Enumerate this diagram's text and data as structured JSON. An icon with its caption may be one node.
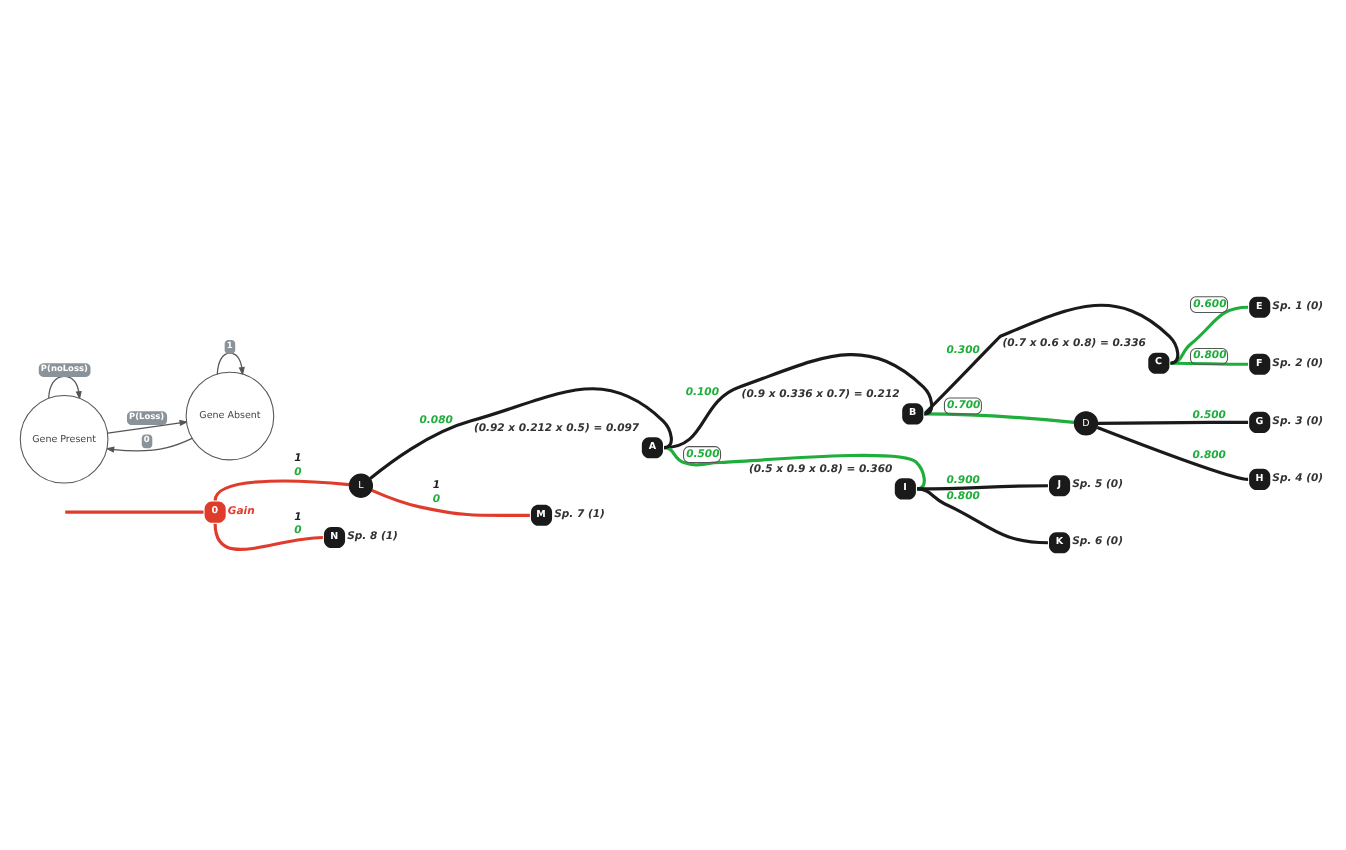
{
  "diagram": {
    "nodes": [
      {
        "text": [
          "C"
        ],
        "beside": [
          "(0.7 x 0.6 x 0.8) = 0.336"
        ]
      },
      {
        "text": [
          "E"
        ],
        "beside": [
          "Sp. 1 (0)"
        ]
      },
      {
        "text": [
          "F"
        ],
        "beside": [
          "Sp. 2 (0)"
        ]
      },
      {
        "text": [
          "B"
        ],
        "beside": [
          "(0.9 x 0.336 x 0.7) = 0.212"
        ]
      },
      {
        "text": [
          "D"
        ]
      },
      {
        "text": [
          "G"
        ],
        "beside": [
          "Sp. 3 (0)"
        ]
      },
      {
        "text": [
          "H"
        ],
        "beside": [
          "Sp. 4 (0)"
        ]
      },
      {
        "text": [
          "A"
        ],
        "beside": [
          "(0.92 x 0.212 x 0.5) = 0.097"
        ]
      },
      {
        "text": [
          "I"
        ],
        "beside": [
          "(0.5 x 0.9 x 0.8) = 0.360"
        ]
      },
      {
        "text": [
          "J"
        ],
        "beside": [
          "Sp. 5 (0)"
        ]
      },
      {
        "text": [
          "K"
        ],
        "beside": [
          "Sp. 6 (0)"
        ]
      },
      {
        "text": [
          "L"
        ]
      },
      {
        "text": [
          "0"
        ],
        "beside": [
          "Gain"
        ]
      },
      {
        "text": [
          "M"
        ],
        "beside": [
          "Sp. 7 (1)"
        ]
      },
      {
        "text": [
          "Gene Present"
        ]
      },
      {
        "text": [
          "Gene Absent"
        ]
      },
      {
        "text": [
          "N"
        ],
        "beside": [
          "Sp. 8 (1)"
        ]
      }
    ],
    "edges": [
      {
        "from": null,
        "to": 12,
        "arrow": "none",
        "color": "#e03c2c"
      },
      {
        "from": 12,
        "to": 11,
        "arrow": "none",
        "label": [
          "1",
          "0"
        ],
        "color": "#e03c2c"
      },
      {
        "from": 12,
        "to": 16,
        "arrow": "none",
        "label": [
          "1",
          "0"
        ],
        "color": "#e03c2c"
      },
      {
        "from": 11,
        "to": 7,
        "arrow": "none",
        "label": "0.080"
      },
      {
        "from": 11,
        "to": 13,
        "arrow": "none",
        "label": [
          "1",
          "0"
        ],
        "color": "#e03c2c"
      },
      {
        "from": 7,
        "to": 3,
        "arrow": "none",
        "label": "0.100"
      },
      {
        "from": 7,
        "to": 8,
        "arrow": "none",
        "label": "0.500",
        "color": "#1fae3c"
      },
      {
        "from": 3,
        "to": 0,
        "arrow": "none",
        "label": "0.300"
      },
      {
        "from": 3,
        "to": 4,
        "arrow": "none",
        "label": "0.700",
        "color": "#1fae3c"
      },
      {
        "from": 0,
        "to": 1,
        "arrow": "none",
        "label": "0.600",
        "color": "#1fae3c"
      },
      {
        "from": 0,
        "to": 2,
        "arrow": "none",
        "label": "0.800",
        "color": "#1fae3c"
      },
      {
        "from": 4,
        "to": 5,
        "arrow": "none",
        "label": "0.500"
      },
      {
        "from": 4,
        "to": 6,
        "arrow": "none",
        "label": "0.800"
      },
      {
        "from": 8,
        "to": 9,
        "arrow": "none",
        "label": "0.900"
      },
      {
        "from": 8,
        "to": 10,
        "arrow": "none",
        "label": "0.800"
      },
      {
        "from": 14,
        "to": 15,
        "arrow": "to",
        "label": "P(Loss)"
      },
      {
        "from": 15,
        "to": 14,
        "arrow": "to",
        "label": "0"
      },
      {
        "from": 14,
        "to": 14,
        "arrow": "to",
        "label": "P(noLoss)"
      },
      {
        "from": 15,
        "to": 15,
        "arrow": "to",
        "label": "1"
      }
    ]
  }
}
